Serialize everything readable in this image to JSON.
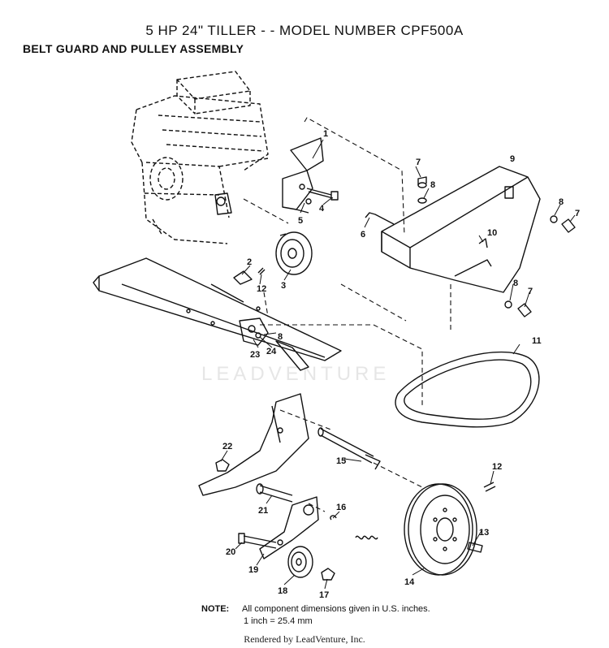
{
  "header": {
    "title": "5 HP  24\" TILLER - - MODEL NUMBER CPF500A",
    "subtitle": "BELT GUARD AND PULLEY ASSEMBLY"
  },
  "callouts": [
    "1",
    "2",
    "3",
    "4",
    "5",
    "6",
    "7",
    "8",
    "9",
    "10",
    "11",
    "12",
    "13",
    "14",
    "15",
    "16",
    "17",
    "18",
    "19",
    "20",
    "21",
    "22",
    "23",
    "24"
  ],
  "note": {
    "label": "NOTE:",
    "line1": "All component dimensions given in U.S. inches.",
    "line2": "1 inch = 25.4 mm"
  },
  "watermark": "LEADVENTURE",
  "footer": "Rendered by LeadVenture, Inc."
}
